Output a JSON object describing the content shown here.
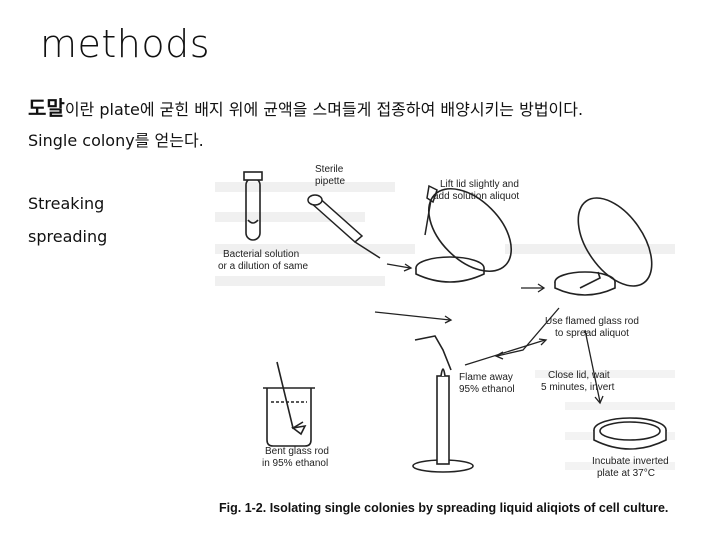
{
  "slide": {
    "title": "methods",
    "line1_highlight": "도말",
    "line1_rest": "이란 plate에 굳힌 배지 위에 균액을 스며들게 접종하여 배양시키는 방법이다.",
    "line2": "Single colony를 얻는다.",
    "items": [
      "Streaking",
      "spreading"
    ]
  },
  "figure": {
    "labels": {
      "sterile_pipette": [
        "Sterile",
        "pipette"
      ],
      "lift_lid": [
        "Lift lid slightly and",
        "add solution aliquot"
      ],
      "bacterial_solution": [
        "Bacterial solution",
        "or a dilution of same"
      ],
      "flamed_rod": [
        "Use flamed glass rod",
        "to spread aliquot"
      ],
      "flame_away": [
        "Flame away",
        "95% ethanol"
      ],
      "close_lid": [
        "Close lid, wait",
        "5 minutes, invert"
      ],
      "bent_rod": [
        "Bent glass rod",
        "in 95% ethanol"
      ],
      "incubate": [
        "Incubate inverted",
        "plate at 37°C"
      ]
    },
    "caption": "Fig. 1-2. Isolating single colonies by spreading liquid aliqiots of cell culture."
  }
}
